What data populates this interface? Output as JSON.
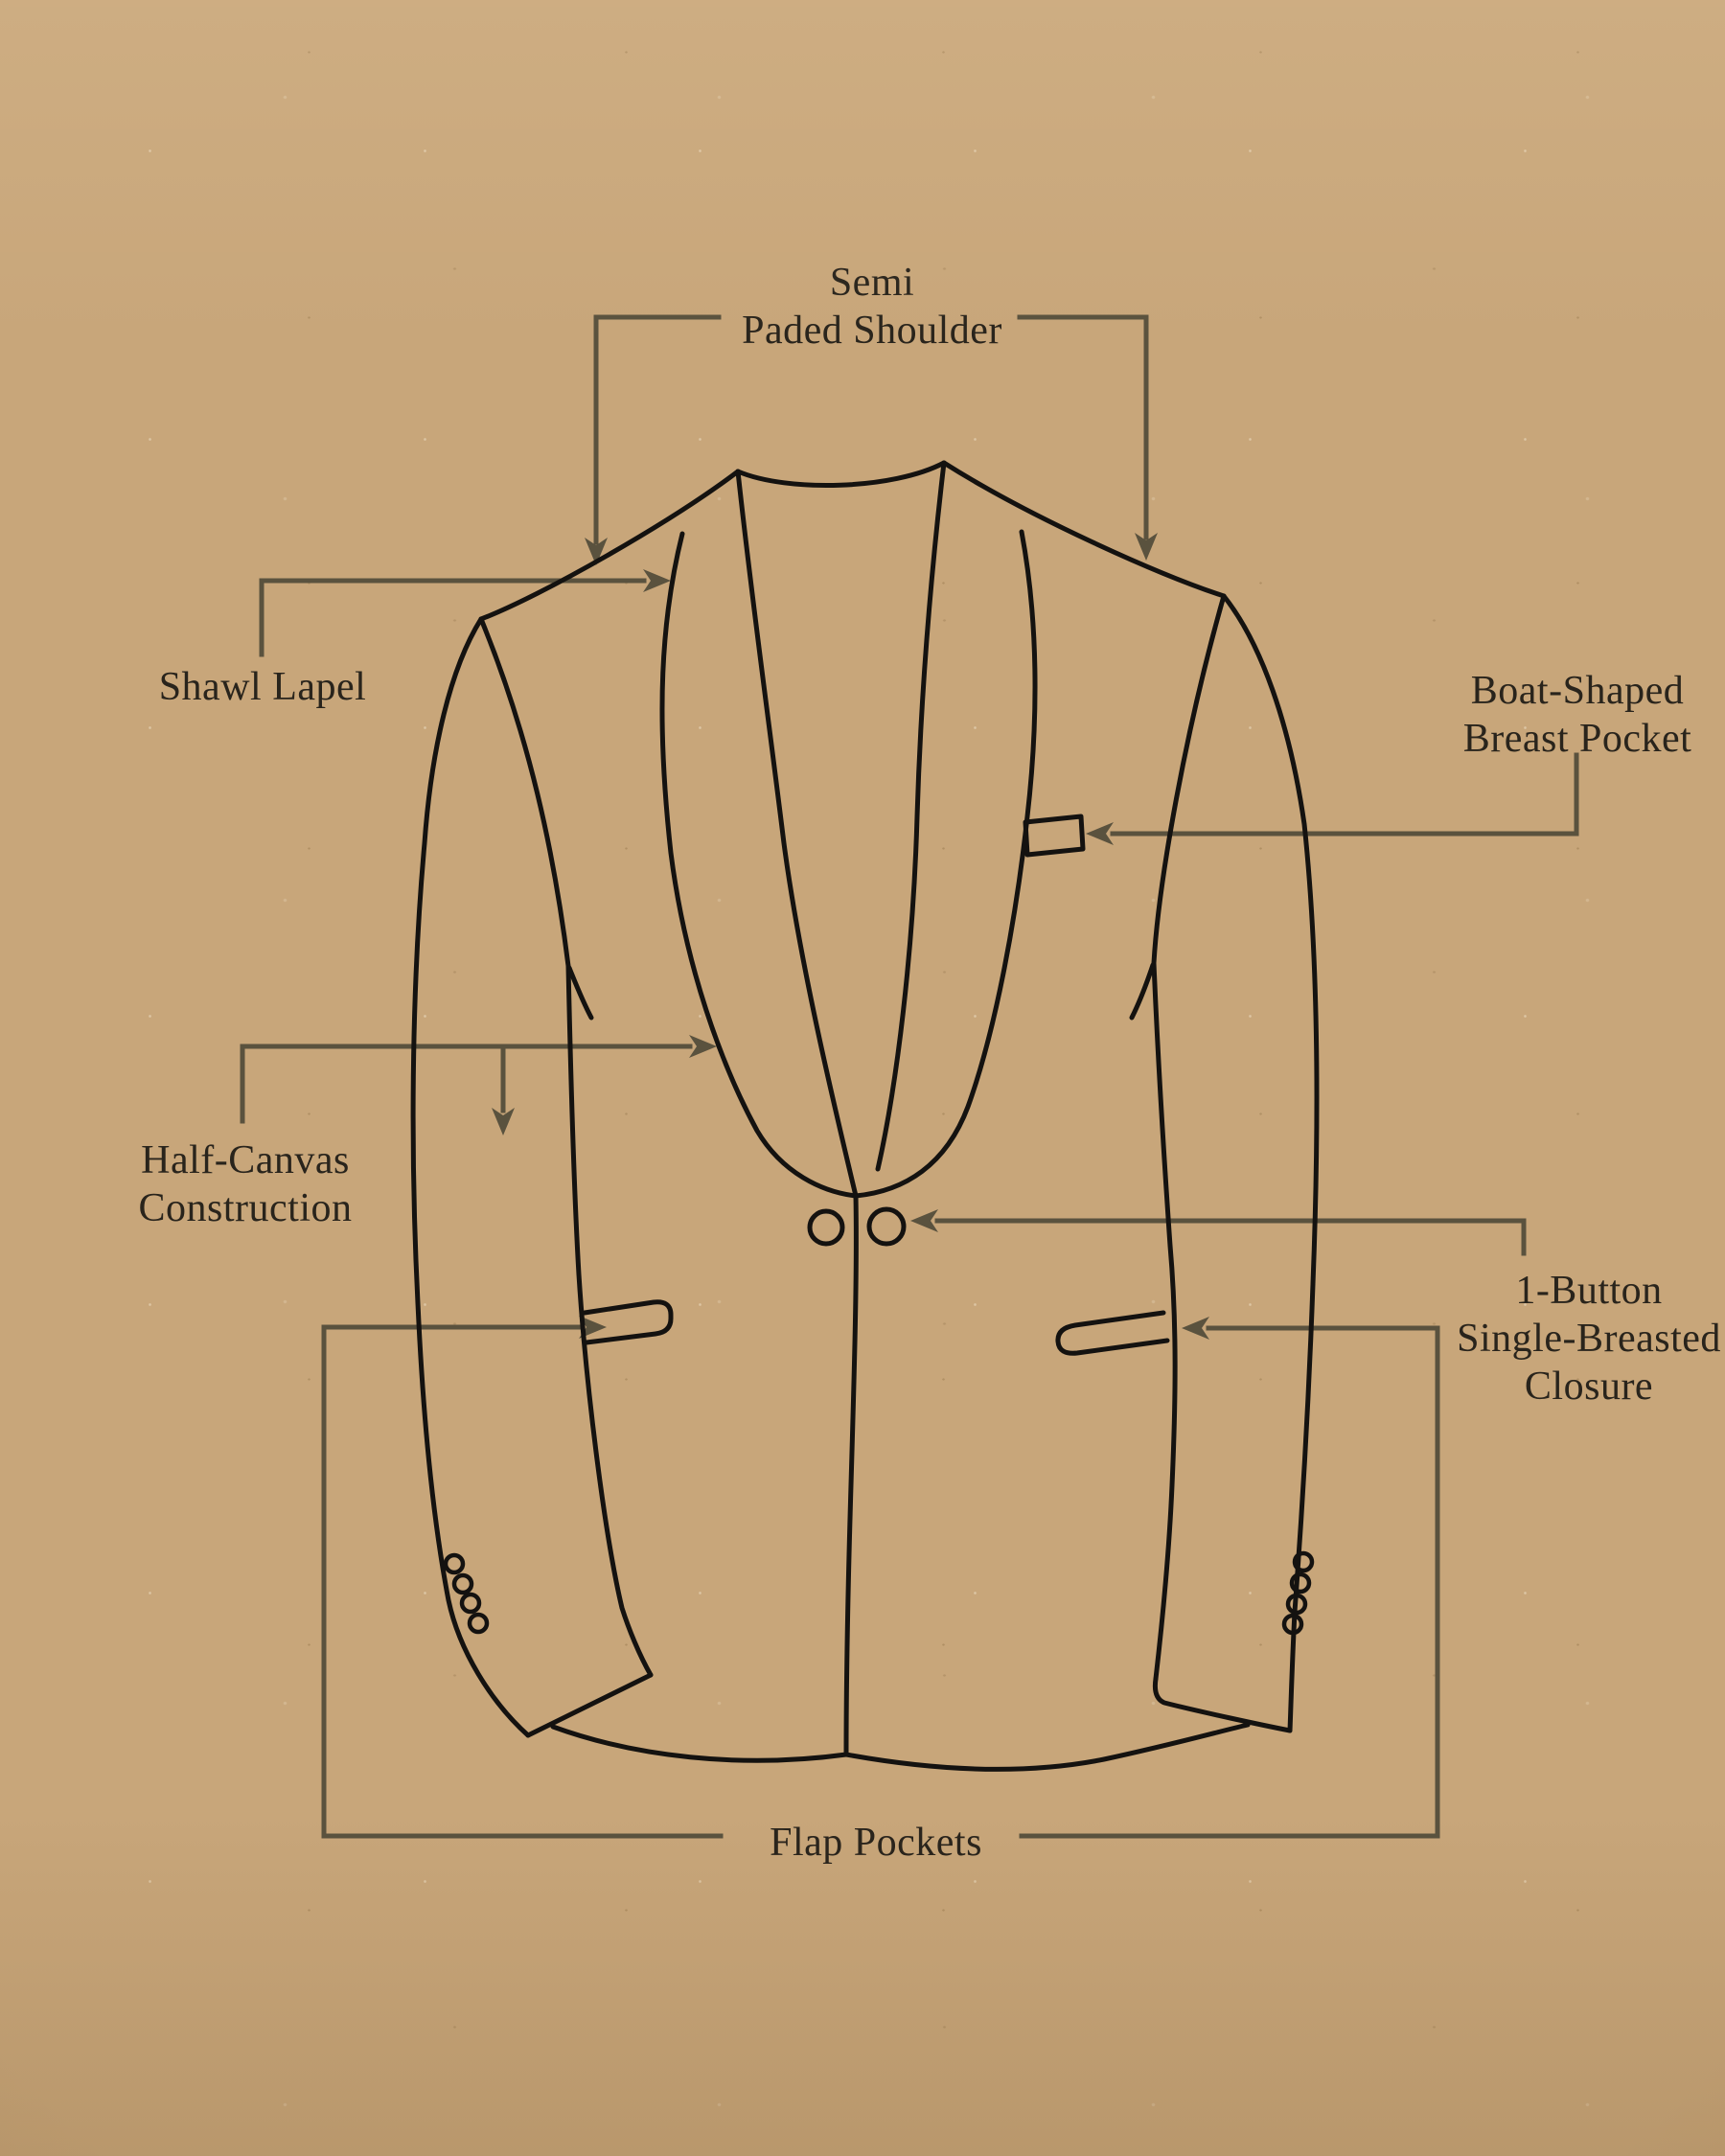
{
  "canvas": {
    "background_color": "#c8a67a",
    "sketch_line_color": "#141210",
    "leader_line_color": "#5a523e",
    "text_color": "#29241c"
  },
  "diagram": {
    "subject": "tuxedo-jacket-construction-sketch",
    "labels": [
      {
        "id": "semi-padded-shoulder",
        "lines": [
          "Semi",
          "Paded Shoulder"
        ]
      },
      {
        "id": "shawl-lapel",
        "lines": [
          "Shawl Lapel"
        ]
      },
      {
        "id": "boat-breast-pocket",
        "lines": [
          "Boat-Shaped",
          "Breast Pocket"
        ]
      },
      {
        "id": "half-canvas",
        "lines": [
          "Half-Canvas",
          "Construction"
        ]
      },
      {
        "id": "one-button-closure",
        "lines": [
          "1-Button",
          "Single-Breasted",
          "Closure"
        ]
      },
      {
        "id": "flap-pockets",
        "lines": [
          "Flap Pockets"
        ]
      }
    ]
  }
}
